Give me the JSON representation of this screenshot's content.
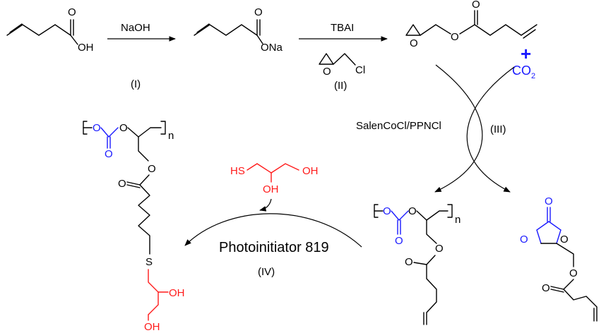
{
  "colors": {
    "bond": "#000000",
    "carbonate": "#1a1aff",
    "thiol": "#ff1a1a"
  },
  "atoms": {
    "O": "O",
    "OH": "OH",
    "ONa": "ONa",
    "Cl": "Cl",
    "S": "S",
    "HS": "HS",
    "n": "n"
  },
  "reagents": {
    "step1": "NaOH",
    "step2": "TBAI",
    "catalyst": "SalenCoCl/PPNCl",
    "photoinitiator": "Photoinitiator 819",
    "co2_base": "CO",
    "co2_sub": "2",
    "plus": "+"
  },
  "steps": {
    "i": "(I)",
    "ii": "(II)",
    "iii": "(III)",
    "iv": "(IV)"
  }
}
